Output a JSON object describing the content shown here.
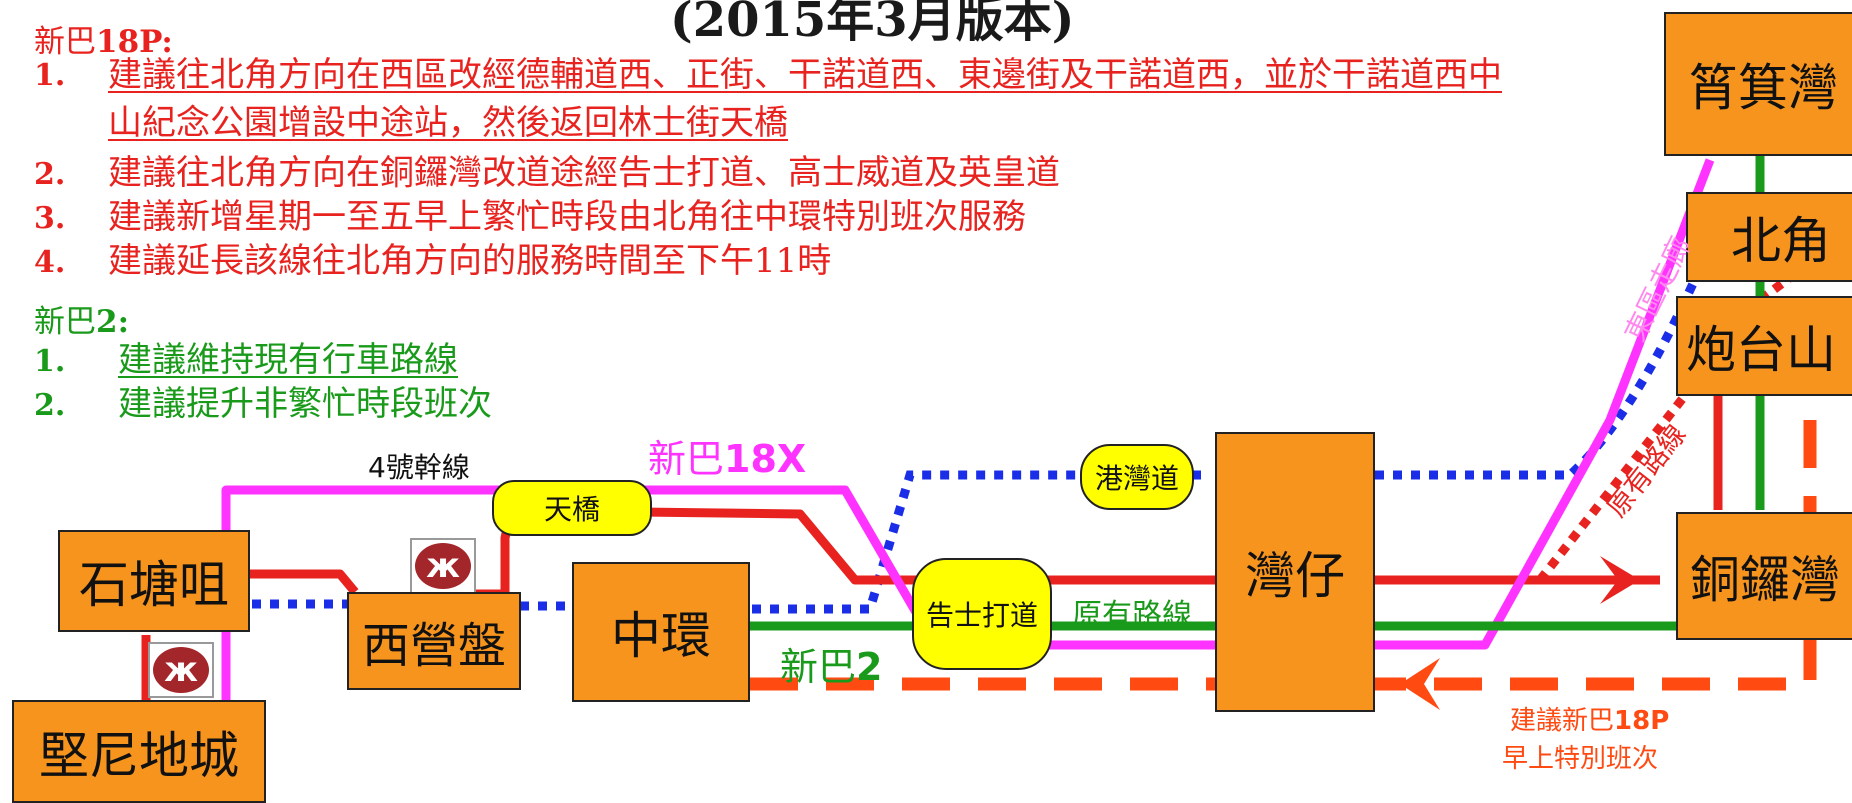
{
  "title": "(2015年3月版本)",
  "route_18p": {
    "heading_prefix": "新巴",
    "heading_route": "18P:",
    "items": [
      {
        "num": "1.",
        "text_line1": "建議往北角方向在西區改經德輔道西、正街、干諾道西、東邊街及干諾道西，並於干諾道西中",
        "text_line2": "山紀念公園增設中途站，然後返回林士街天橋"
      },
      {
        "num": "2.",
        "text": "建議往北角方向在銅鑼灣改道途經告士打道、高士威道及英皇道"
      },
      {
        "num": "3.",
        "text": "建議新增星期一至五早上繁忙時段由北角往中環特別班次服務"
      },
      {
        "num": "4.",
        "text": "建議延長該線往北角方向的服務時間至下午11時"
      }
    ]
  },
  "route_2": {
    "heading_prefix": "新巴",
    "heading_route": "2:",
    "items": [
      {
        "num": "1.",
        "text": "建議維持現有行車路線"
      },
      {
        "num": "2.",
        "text": "建議提升非繁忙時段班次"
      }
    ]
  },
  "map": {
    "stations": {
      "shek_tong_tsui": "石塘咀",
      "kennedy_town": "堅尼地城",
      "sai_ying_pun": "西營盤",
      "central": "中環",
      "wan_chai": "灣仔",
      "causeway_bay": "銅鑼灣",
      "tin_hau": "炮台山",
      "north_point": "北角",
      "shau_kei_wan": "筲箕灣"
    },
    "stops": {
      "flyover": "天橋",
      "gloucester_road": "告士打道",
      "harbour_road": "港灣道"
    },
    "labels": {
      "trunk_route": "4號幹線",
      "route_18x_prefix": "新巴",
      "route_18x": "18X",
      "route_2_prefix": "新巴",
      "route_2": "2",
      "original_route": "原有路線",
      "original_route_diagonal": "原有路線",
      "eastern_corridor": "東區走廊",
      "proposal_line1_prefix": "建議新巴",
      "proposal_line1_route": "18P",
      "proposal_line2": "早上特別班次"
    },
    "mtr_symbol": "ж",
    "colors": {
      "red_route": "#e8231f",
      "green_route": "#1a9a1a",
      "magenta_route": "#ff33ff",
      "blue_dotted": "#1a2ee8",
      "orange_dashed": "#ff4a12",
      "station_fill": "#f7941d",
      "stop_fill": "#ffff00"
    }
  }
}
